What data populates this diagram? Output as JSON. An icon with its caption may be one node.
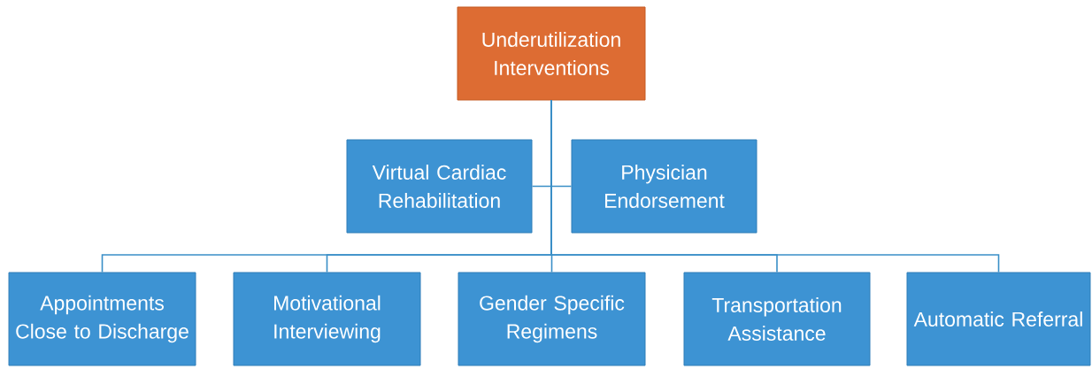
{
  "diagram": {
    "nodes": [
      {
        "text": [
          "Underutilization Interventions"
        ]
      },
      {
        "text": [
          "Virtual Cardiac Rehabilitation"
        ]
      },
      {
        "text": [
          "Physician Endorsement"
        ]
      },
      {
        "text": [
          "Appointments Close to Discharge"
        ]
      },
      {
        "text": [
          "Motivational Interviewing"
        ]
      },
      {
        "text": [
          "Gender Specific Regimens"
        ]
      },
      {
        "text": [
          "Transportation Assistance"
        ]
      },
      {
        "text": [
          "Automatic Referral"
        ]
      }
    ],
    "edges": [
      {
        "from": 0,
        "to": 1,
        "arrow": "none"
      },
      {
        "from": 0,
        "to": 2,
        "arrow": "none"
      },
      {
        "from": 0,
        "to": 3,
        "arrow": "none"
      },
      {
        "from": 0,
        "to": 4,
        "arrow": "none"
      },
      {
        "from": 0,
        "to": 5,
        "arrow": "none"
      },
      {
        "from": 0,
        "to": 6,
        "arrow": "none"
      },
      {
        "from": 0,
        "to": 7,
        "arrow": "none"
      }
    ]
  }
}
